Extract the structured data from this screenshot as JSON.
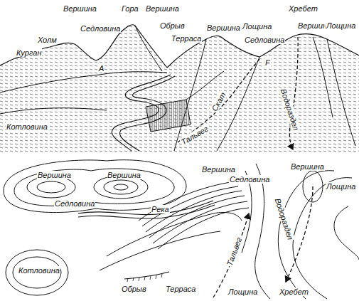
{
  "diagram": {
    "labels": [
      "Курган",
      "Холм",
      "Вершина",
      "Седловина",
      "Гора",
      "Вершина",
      "Обрыв",
      "Терраса",
      "А",
      "Вершина",
      "Лощина",
      "Седловина",
      "F",
      "Хребет",
      "Вершина",
      "Лощина",
      "Скат",
      "Котловина",
      "Тальвег",
      "Водораздел",
      "Вершина",
      "Седловина",
      "Вершина",
      "Вершина",
      "Седловина",
      "Вершина",
      "Лощина",
      "Река",
      "Тальвег",
      "Водораздел",
      "Котловина",
      "Обрыв",
      "Терраса",
      "Лощина",
      "Хребет"
    ]
  }
}
